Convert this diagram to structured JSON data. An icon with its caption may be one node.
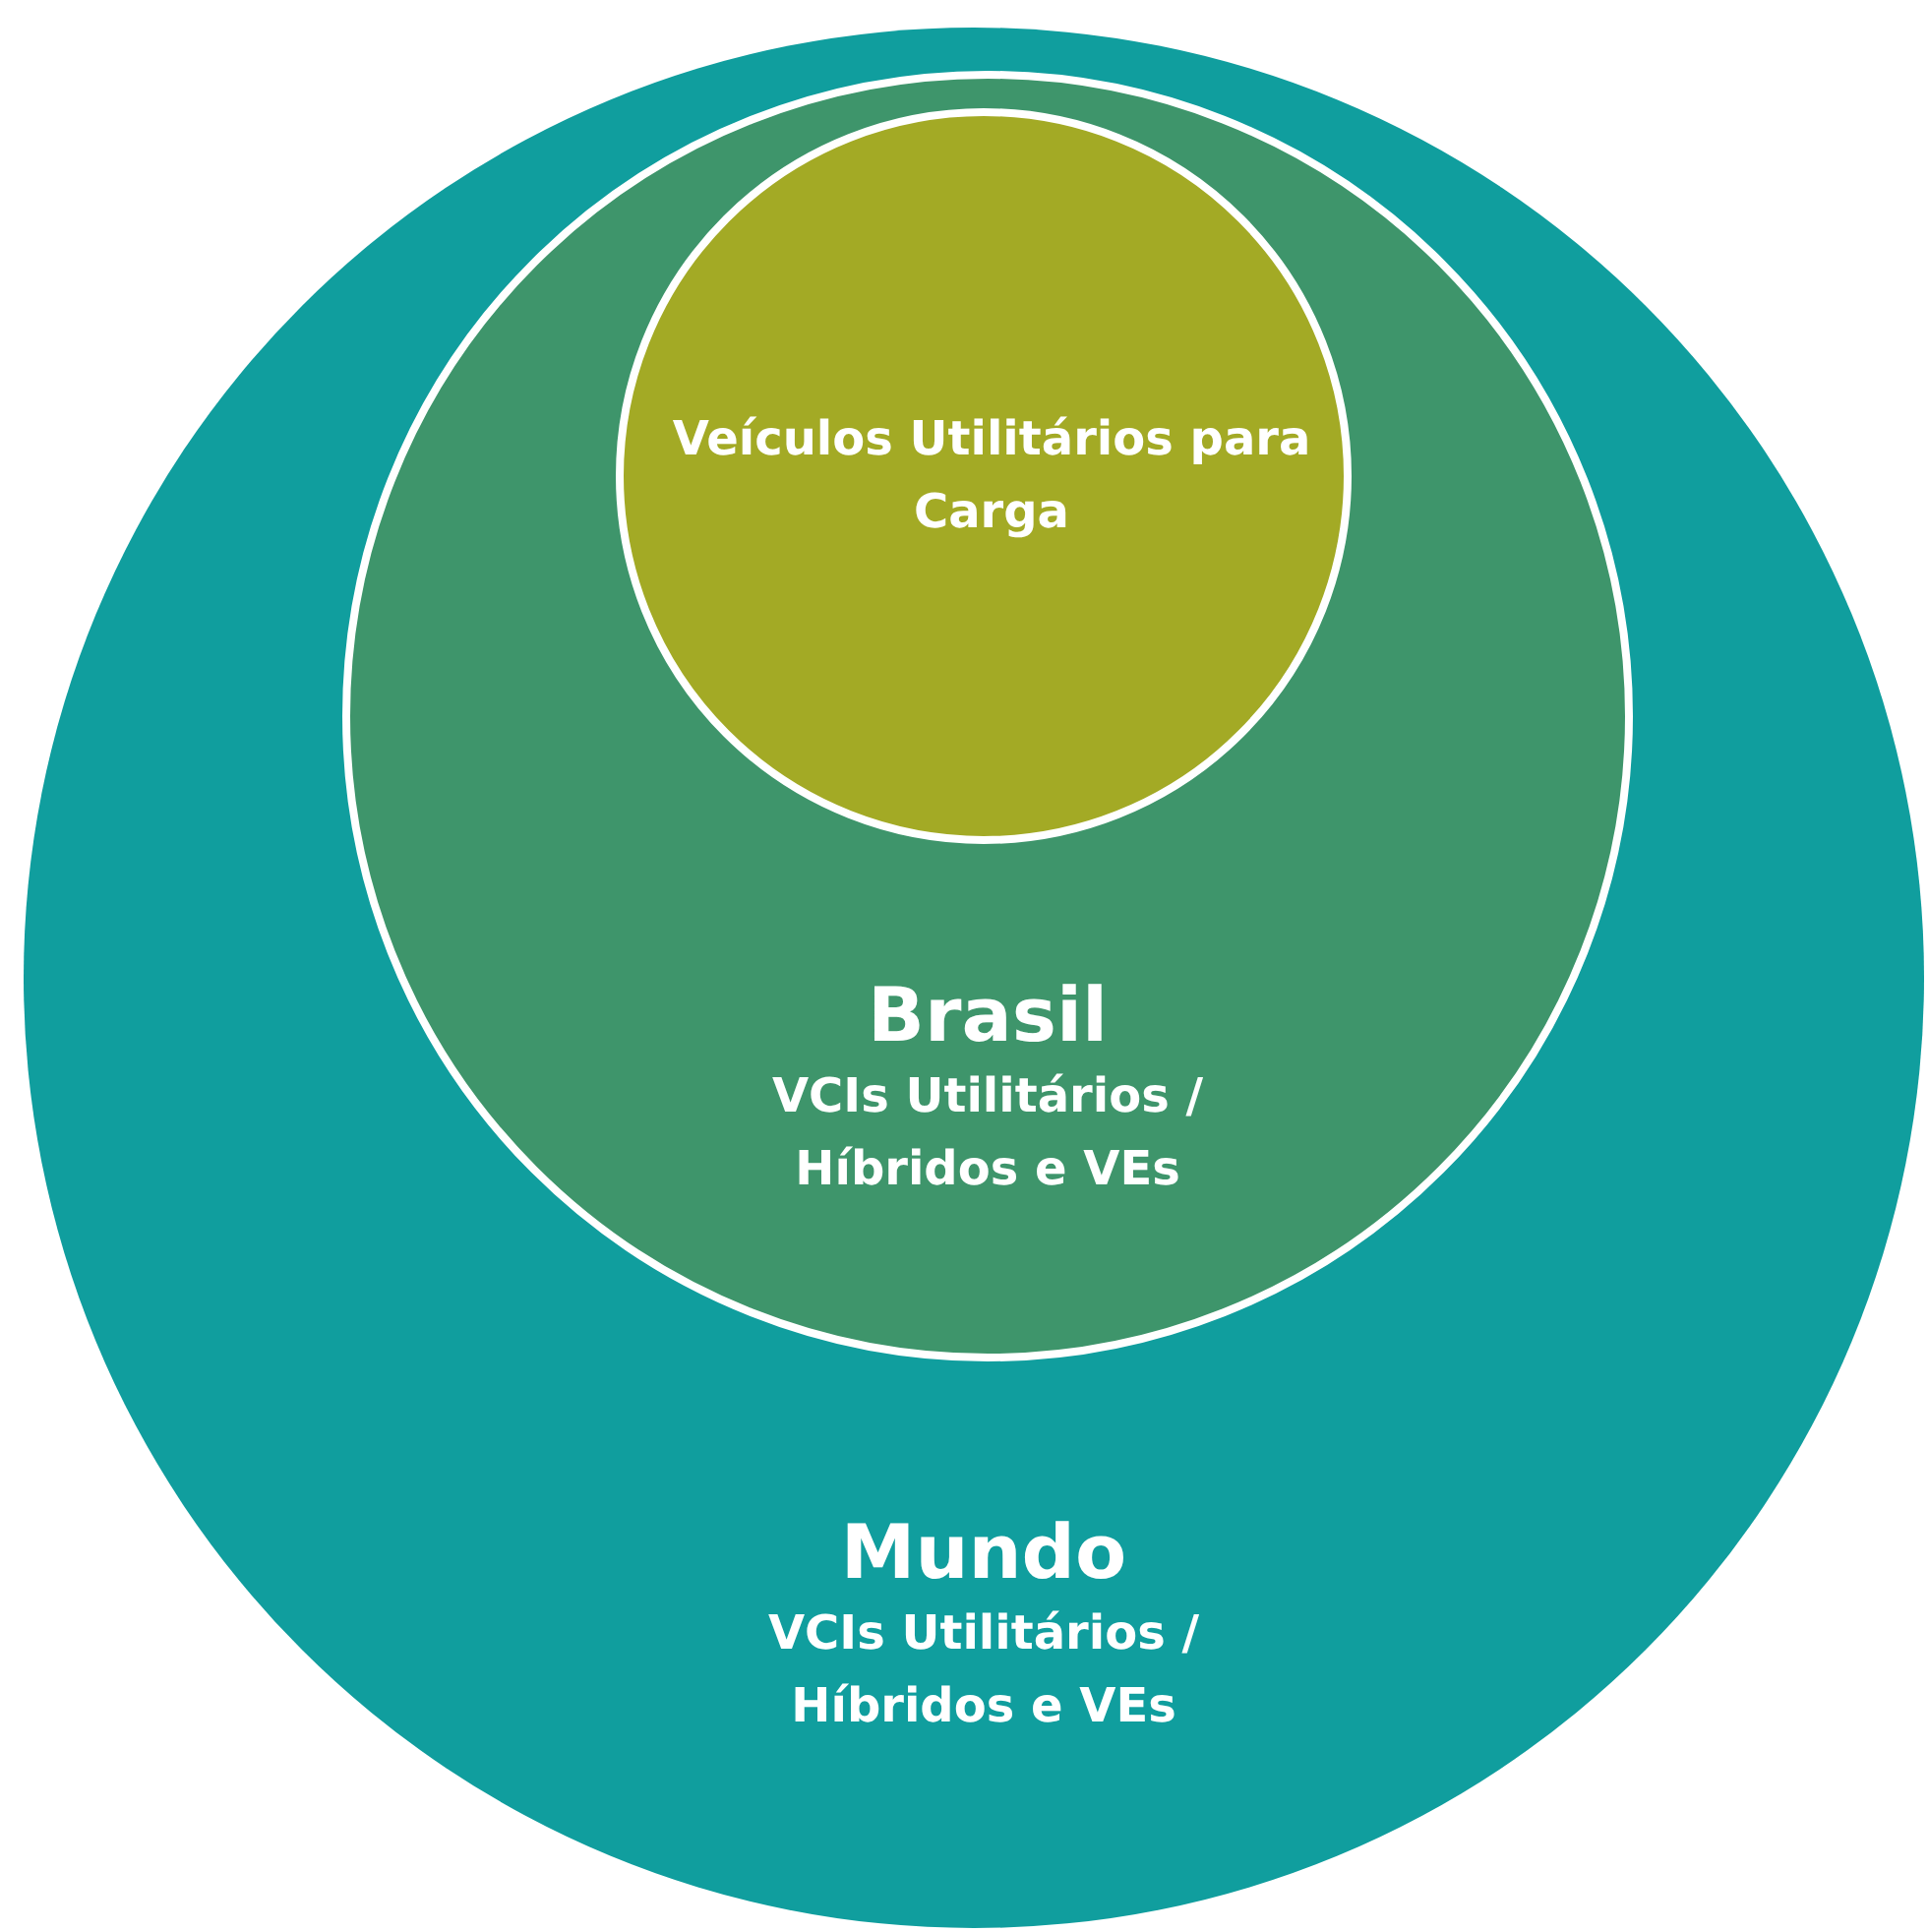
{
  "diagram": {
    "nodes": [
      {
        "text": [
          "Mundo",
          "VCIs Utilitários / Híbridos e VEs"
        ]
      },
      {
        "text": [
          "Brasil",
          "VCIs Utilitários / Híbridos e VEs"
        ],
        "in": 0
      },
      {
        "text": [
          "Veículos Utilitários para Carga"
        ],
        "in": 1
      }
    ]
  }
}
